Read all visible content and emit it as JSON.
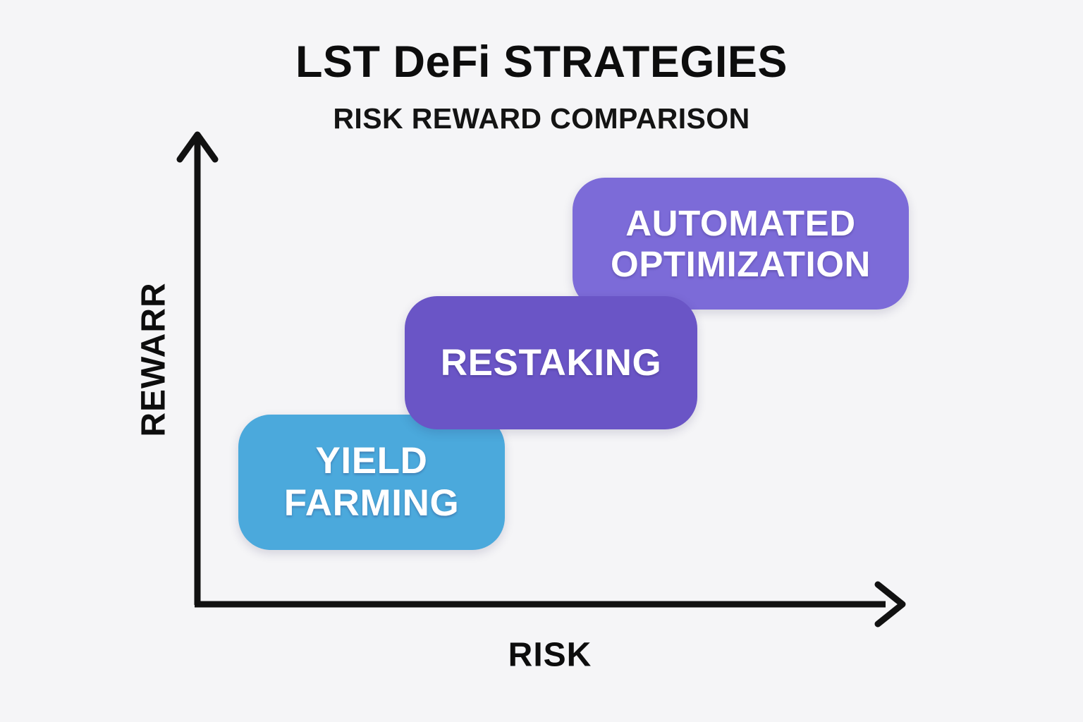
{
  "background_color": "#f5f5f7",
  "header": {
    "title": "LST DeFi STRATEGIES",
    "subtitle": "RISK REWARD COMPARISON"
  },
  "axes": {
    "x_label": "RISK",
    "y_label": "REWARR",
    "axis_color": "#111111",
    "arrow_style": "chevron"
  },
  "chart_data": {
    "type": "scatter",
    "title": "LST DeFi STRATEGIES",
    "subtitle": "RISK REWARD COMPARISON",
    "xlabel": "RISK",
    "ylabel": "REWARR",
    "grid": false,
    "legend": "none",
    "axis_ticks": [],
    "note": "Qualitative risk-reward staircase: three overlapping rounded blocks ascending left-to-right, each representing a strategy positioned by relative risk (x) and relative reward (y).",
    "categories": [
      "YIELD FARMING",
      "RESTAKING",
      "AUTOMATED OPTIMIZATION"
    ],
    "series": [
      {
        "name": "risk",
        "values": [
          1,
          2,
          3
        ]
      },
      {
        "name": "reward",
        "values": [
          1,
          2,
          3
        ]
      }
    ],
    "points": [
      {
        "label": "YIELD FARMING",
        "risk": 1,
        "reward": 1,
        "risk_level": "low",
        "reward_level": "low",
        "color": "#4ba9dc"
      },
      {
        "label": "RESTAKING",
        "risk": 2,
        "reward": 2,
        "risk_level": "medium",
        "reward_level": "medium",
        "color": "#6a55c6"
      },
      {
        "label": "AUTOMATED OPTIMIZATION",
        "risk": 3,
        "reward": 3,
        "risk_level": "high",
        "reward_level": "high",
        "color": "#7c6bd8"
      }
    ]
  },
  "boxes": [
    {
      "id": "yield-farming",
      "label": "YIELD\nFARMING",
      "color": "#4ba9dc"
    },
    {
      "id": "restaking",
      "label": "RESTAKING",
      "color": "#6a55c6"
    },
    {
      "id": "automated-optimization",
      "label": "AUTOMATED\nOPTIMIZATION",
      "color": "#7c6bd8"
    }
  ]
}
